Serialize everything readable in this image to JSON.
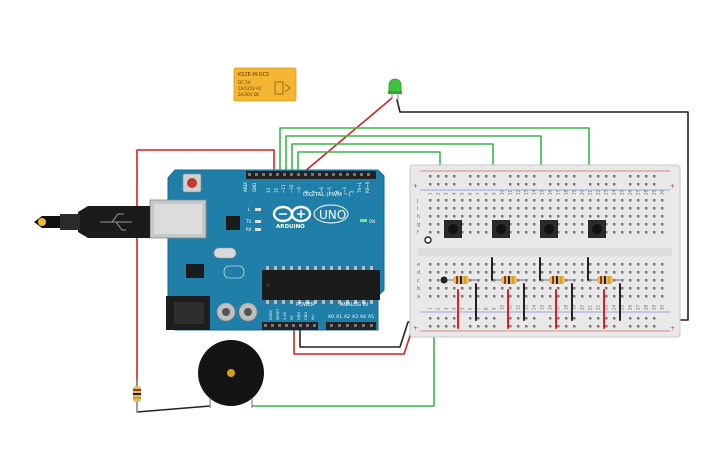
{
  "relay": {
    "model": "KS2E-M-DC5",
    "lines": [
      "DC 5V",
      "1A/125V AC",
      "2A/30V DC"
    ]
  },
  "arduino": {
    "brand": "ARDUINO",
    "model": "UNO",
    "digital_label": "DIGITAL (PWM ~)",
    "power_label": "POWER",
    "analog_label": "ANALOG IN",
    "on_label": "ON",
    "tx_label": "TX",
    "rx_label": "RX",
    "l_label": "L",
    "aref_label": "AREF",
    "gnd_label": "GND",
    "digital_pins": [
      "13",
      "12",
      "~11",
      "~10",
      "~9",
      "8",
      "7",
      "~6",
      "~5",
      "4",
      "~3",
      "2",
      "TX→1",
      "RX←0"
    ],
    "power_pins": [
      "IOREF",
      "RESET",
      "3.3V",
      "5V",
      "GND",
      "GND",
      "Vin"
    ],
    "analog_pins": [
      "A0",
      "A1",
      "A2",
      "A3",
      "A4",
      "A5"
    ]
  },
  "breadboard": {
    "row_letters": [
      "j",
      "i",
      "h",
      "g",
      "f",
      "e",
      "d",
      "c",
      "b",
      "a"
    ],
    "column_numbers": [
      "1",
      "2",
      "3",
      "4",
      "5",
      "6",
      "7",
      "8",
      "9",
      "10",
      "11",
      "12",
      "13",
      "14",
      "15",
      "16",
      "17",
      "18",
      "19",
      "20",
      "21",
      "22",
      "23",
      "24",
      "25",
      "26",
      "27",
      "28",
      "29",
      "30"
    ]
  },
  "colors": {
    "board": "#1f7fa8",
    "board_dark": "#176a8d",
    "wire_red": "#d42323",
    "wire_green": "#3bb54a",
    "wire_black": "#222222",
    "breadboard": "#e9e9e9",
    "relay": "#f4b632",
    "led": "#3cc43c"
  },
  "icons": {
    "reset": "reset-button-icon",
    "usb": "usb-connector-icon",
    "buzzer": "buzzer-icon",
    "led": "led-icon"
  }
}
